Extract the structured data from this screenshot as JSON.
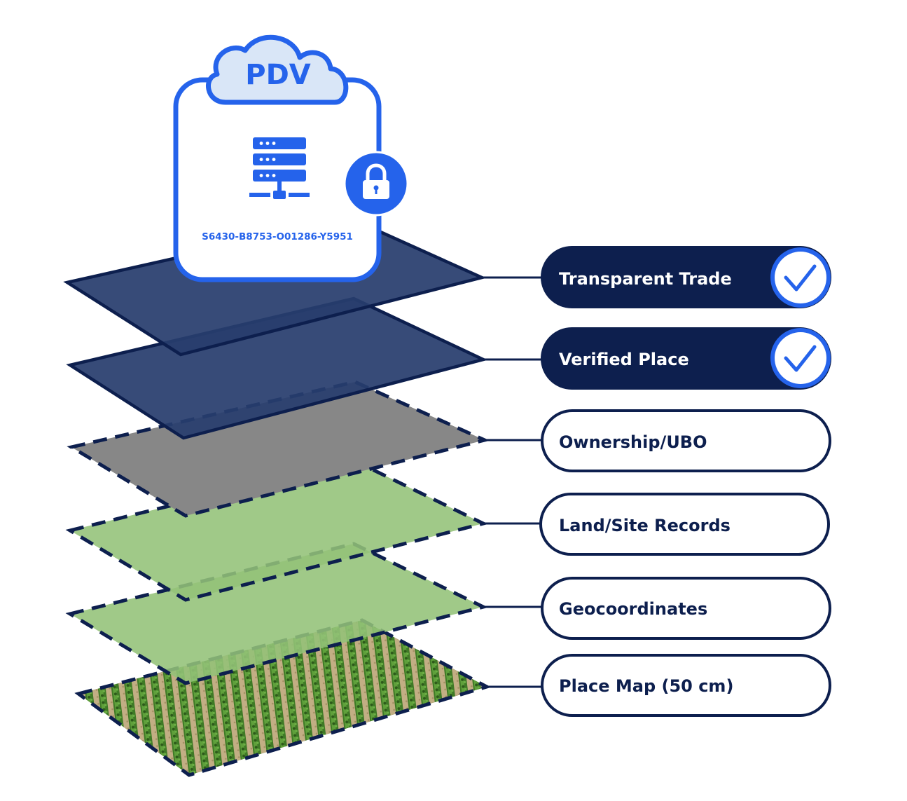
{
  "pdv": {
    "cloud_label": "PDV",
    "identifier": "S6430-B8753-O01286-Y5951",
    "server_icon": "server-icon",
    "lock_icon": "lock-icon"
  },
  "layers": [
    {
      "id": "transparent-trade",
      "label": "Transparent Trade",
      "verified": true,
      "style": "solid",
      "fill": "#283d6e"
    },
    {
      "id": "verified-place",
      "label": "Verified Place",
      "verified": true,
      "style": "solid",
      "fill": "#283d6e"
    },
    {
      "id": "ownership-ubo",
      "label": "Ownership/UBO",
      "verified": false,
      "style": "dashed",
      "fill": "#878787"
    },
    {
      "id": "land-site-records",
      "label": "Land/Site Records",
      "verified": false,
      "style": "dashed",
      "fill": "#93c177"
    },
    {
      "id": "geocoordinates",
      "label": "Geocoordinates",
      "verified": false,
      "style": "dashed",
      "fill": "#93c177"
    },
    {
      "id": "place-map",
      "label": "Place Map (50 cm)",
      "verified": false,
      "style": "dashed",
      "fill": "field-imagery"
    }
  ],
  "colors": {
    "navy": "#0d1f4e",
    "blue": "#2563eb",
    "cloud_fill": "#d9e6f7",
    "field_dark": "#264d1a",
    "field_row": "#4f8f34",
    "field_soil": "#c2ae84"
  }
}
